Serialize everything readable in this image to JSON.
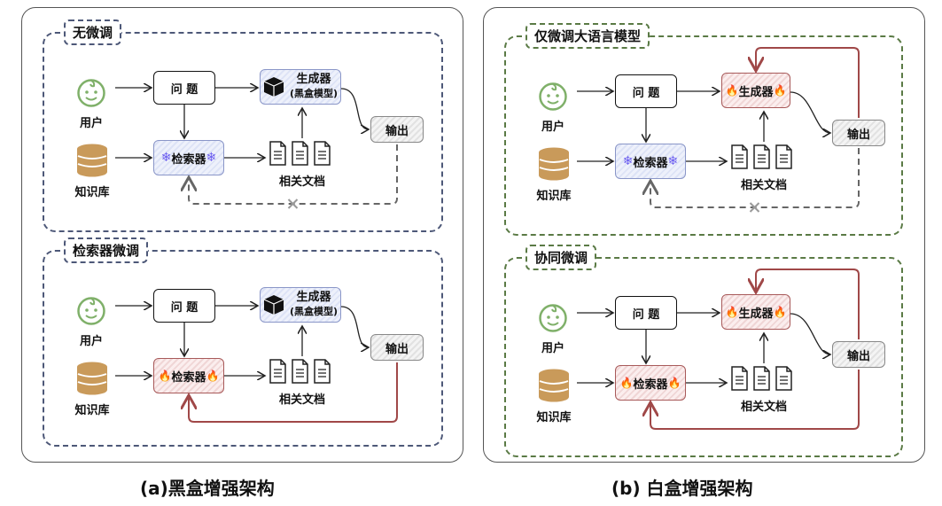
{
  "panels": [
    {
      "caption": "(a)黑盒增强架构",
      "groups": [
        {
          "tag": "无微调",
          "retriever": "检索器",
          "retriever_state": "frozen",
          "generator": "生成器",
          "generator_sub": "(黑盒模型)",
          "generator_state": "blackbox",
          "feedback_retriever": "blocked",
          "feedback_generator": "none"
        },
        {
          "tag": "检索器微调",
          "retriever": "检索器",
          "retriever_state": "hot",
          "generator": "生成器",
          "generator_sub": "(黑盒模型)",
          "generator_state": "blackbox",
          "feedback_retriever": "active",
          "feedback_generator": "none"
        }
      ]
    },
    {
      "caption": "(b) 白盒增强架构",
      "groups": [
        {
          "tag": "仅微调大语言模型",
          "retriever": "检索器",
          "retriever_state": "frozen",
          "generator": "生成器",
          "generator_sub": "",
          "generator_state": "hot",
          "feedback_retriever": "blocked",
          "feedback_generator": "active"
        },
        {
          "tag": "协同微调",
          "retriever": "检索器",
          "retriever_state": "hot",
          "generator": "生成器",
          "generator_sub": "",
          "generator_state": "hot",
          "feedback_retriever": "active",
          "feedback_generator": "active"
        }
      ]
    }
  ],
  "labels": {
    "user": "用户",
    "kb": "知识库",
    "question": "问 题",
    "docs": "相关文档",
    "output": "输出",
    "snowflake": "❄",
    "fire": "🔥"
  },
  "colors": {
    "frozen_border": "#8a96c8",
    "hot_border": "#a85a5a",
    "feedback_active": "#a04848",
    "feedback_blocked": "#666666",
    "user_icon": "#7fb069",
    "kb_icon": "#c99a5a",
    "group_a": "#4d5878",
    "group_b": "#5a7a45"
  }
}
